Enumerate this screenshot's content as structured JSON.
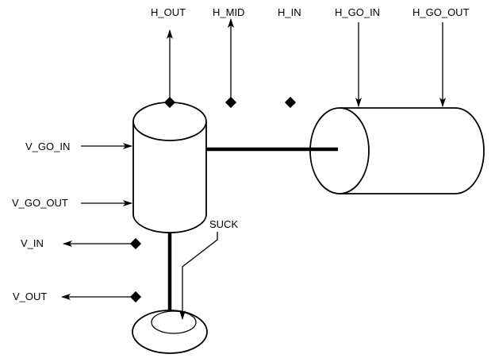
{
  "signals": {
    "h_out": "H_OUT",
    "h_mid": "H_MID",
    "h_in": "H_IN",
    "h_go_in": "H_GO_IN",
    "h_go_out": "H_GO_OUT",
    "v_go_in": "V_GO_IN",
    "v_go_out": "V_GO_OUT",
    "v_in": "V_IN",
    "v_out": "V_OUT",
    "suck": "SUCK"
  }
}
